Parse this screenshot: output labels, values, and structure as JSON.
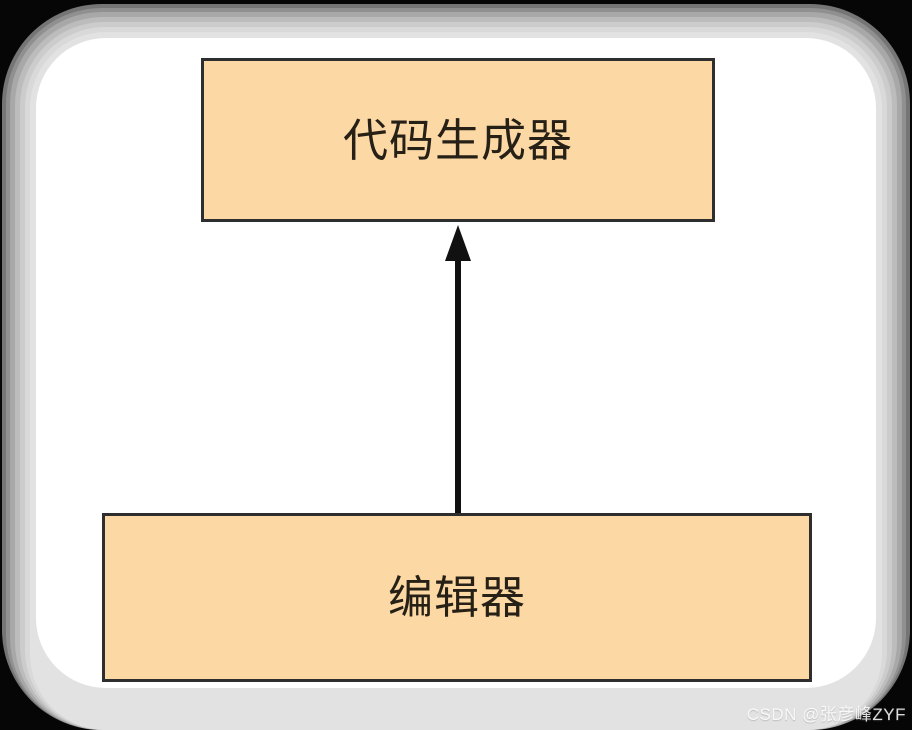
{
  "diagram": {
    "nodes": [
      {
        "id": "code-generator",
        "label": "代码生成器"
      },
      {
        "id": "editor",
        "label": "编辑器"
      }
    ],
    "edges": [
      {
        "from": "editor",
        "to": "code-generator",
        "style": "solid-arrow-up"
      }
    ],
    "colors": {
      "node_fill": "#FCD9A4",
      "node_border": "#2E2E2E",
      "node_text": "#262016",
      "arrow": "#111111",
      "panel_background": "#FFFFFF",
      "frame_background": "#060606"
    }
  },
  "watermark": {
    "text": "CSDN @张彦峰ZYF",
    "color": "#EDEDED"
  }
}
